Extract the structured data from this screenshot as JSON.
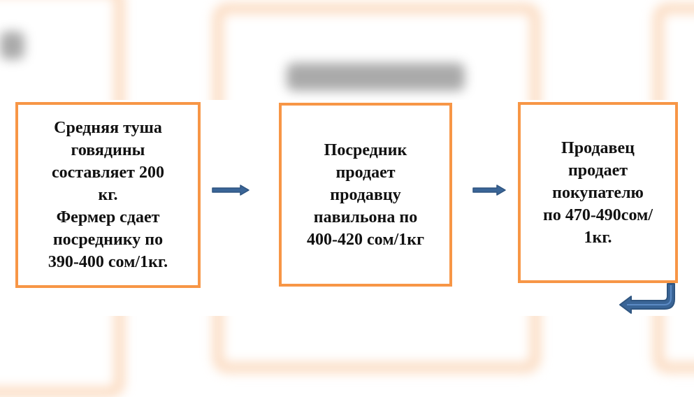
{
  "boxes": [
    {
      "text": "Средняя туша\nговядины\nсоставляет 200\nкг.\nФермер сдает\nпосреднику по\n390-400 сом/1кг."
    },
    {
      "text": "Посредник\nпродает\nпродавцу\nпавильона по\n400-420 сом/1кг"
    },
    {
      "text": "Продавец\nпродает\nпокупателю\nпо 470-490сом/\n1кг."
    }
  ],
  "colors": {
    "box_border": "#f79646",
    "arrow": "#3a6597"
  }
}
